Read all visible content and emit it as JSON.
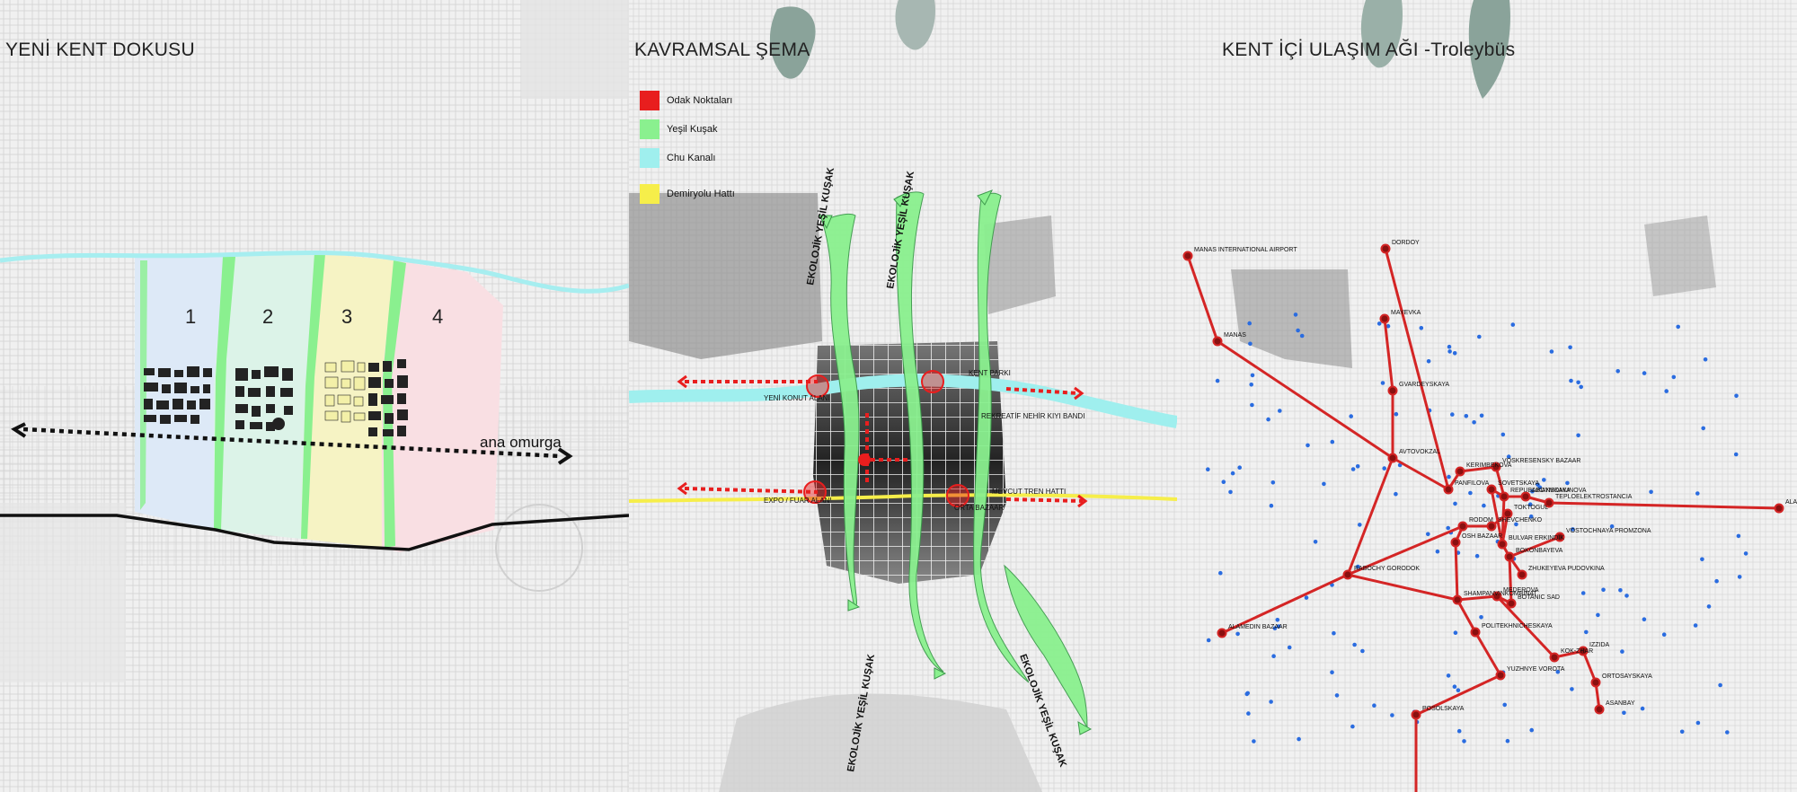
{
  "colors": {
    "red": "#e81e1e",
    "green": "#8af08f",
    "cyan": "#9fefee",
    "yellow": "#f6ee4a",
    "zone1": "#dde9f7",
    "zone2": "#dcf3e8",
    "zone3": "#f6f3c4",
    "zone4": "#f9dfe3",
    "canal": "#a6eef0",
    "network": "#d42525",
    "stop": "#2a6ce0"
  },
  "panel1": {
    "title": "YENİ KENT DOKUSU",
    "zones": [
      "1",
      "2",
      "3",
      "4"
    ],
    "spine_label": "ana omurga"
  },
  "panel2": {
    "title": "KAVRAMSAL ŞEMA",
    "legend": [
      {
        "label": "Odak Noktaları",
        "color": "#e81e1e"
      },
      {
        "label": "Yeşil Kuşak",
        "color": "#8af08f"
      },
      {
        "label": "Chu Kanalı",
        "color": "#9fefee"
      },
      {
        "label": "Demiryolu Hattı",
        "color": "#f6ee4a"
      }
    ],
    "belt_labels": [
      "EKOLOJİK YEŞİL KUŞAK",
      "EKOLOJİK YEŞİL KUŞAK",
      "EKOLOJİK YEŞİL KUŞAK",
      "EKOLOJİK YEŞİL KUŞAK"
    ],
    "place_labels": {
      "kent_parki": "KENT PARKI",
      "yeni_konut": "YENİ KONUT ALANI",
      "rekreatif": "REKREATİF NEHİR KIYI BANDI",
      "expo": "EXPO / FUAR ALANI",
      "mevcut_tren": "MEVCUT TREN HATTI",
      "orta_bazaar": "ORTA BAZAAR"
    }
  },
  "panel3": {
    "title": "KENT İÇİ ULAŞIM AĞI -Troleybüs",
    "stations": [
      "MANAS INTERNATIONAL AIRPORT",
      "MANAS",
      "DORDOY",
      "MAYEVKA",
      "GVARDEYSKAYA",
      "ALAMEDIN",
      "AVTOVOKZAL",
      "PANFILOVA",
      "KERIMBEKOVA",
      "VOSKRESENSKY BAZAAR",
      "SOVETSKAYA",
      "REPUBLIKANSKAYA",
      "ABDYMOMUNOVA",
      "OSH BAZAAR",
      "RODOM",
      "SHEVCHENKO",
      "TOKTOGUL",
      "BULVAR ERKINDIK",
      "BOKONBAYEVA",
      "RABOCHY GORODOK",
      "ZHUKEYEVA PUDOVKINA",
      "SHAMPANVINKOMBINAT",
      "MEDEROVA",
      "POLITEKHNICHESKAYA",
      "VOSTOCHNAYA PROMZONA",
      "TEPLOELEKTROSTANCIA",
      "IZZIDA",
      "YUZHNYE VOROTA",
      "ORTOSAYSKAYA",
      "ASANBAY",
      "POSOLSKAYA",
      "KOK-ZHAR",
      "ALAMEDIN BAZAAR",
      "BOTANIC SAD"
    ]
  }
}
